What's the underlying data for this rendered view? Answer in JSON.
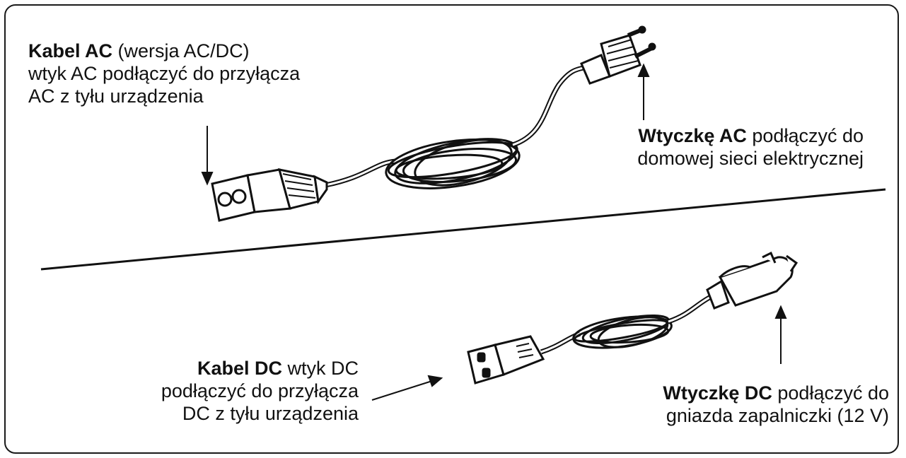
{
  "labels": {
    "ac_cable": {
      "bold": "Kabel AC",
      "line1_rest": " (wersja AC/DC)",
      "line2": "wtyk AC podłączyć do przyłącza",
      "line3": "AC z tyłu urządzenia"
    },
    "ac_plug": {
      "bold": "Wtyczkę AC",
      "line1_rest": " podłączyć do",
      "line2": "domowej sieci elektrycznej"
    },
    "dc_cable": {
      "bold": "Kabel DC",
      "line1_rest": " wtyk DC",
      "line2": "podłączyć do przyłącza",
      "line3": "DC z tyłu urządzenia"
    },
    "dc_plug": {
      "bold": "Wtyczkę DC",
      "line1_rest": " podłączyć do",
      "line2": "gniazda zapalniczki (12 V)"
    }
  }
}
